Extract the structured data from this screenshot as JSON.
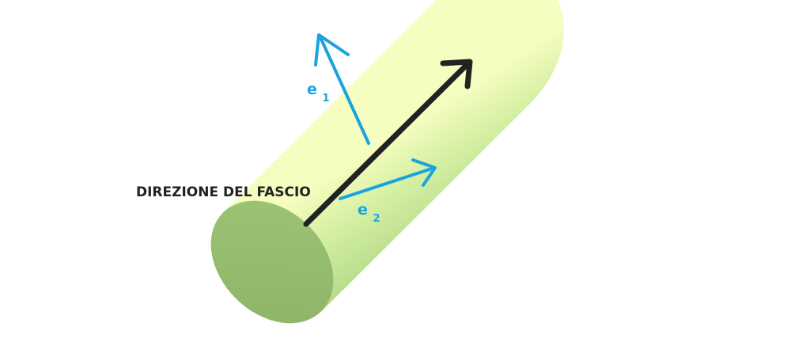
{
  "labels": {
    "beam_direction": "DIREZIONE DEL FASCIO",
    "e1_base": "e",
    "e1_sub": "1",
    "e2_base": "e",
    "e2_sub": "2"
  },
  "colors": {
    "background": "#ffffff",
    "cylinder_light": "#f6fdc0",
    "cylinder_mid": "#d5f0a4",
    "cylinder_dark": "#b8dc8c",
    "cylinder_cap": "#95bb6e",
    "beam_arrow": "#222222",
    "basis_arrow": "#1aa3dc",
    "label_dark": "#222222",
    "label_blue": "#1aa3dc"
  },
  "icons": {
    "beam_arrow": "arrow-icon",
    "e1_arrow": "arrow-icon",
    "e2_arrow": "arrow-icon"
  }
}
